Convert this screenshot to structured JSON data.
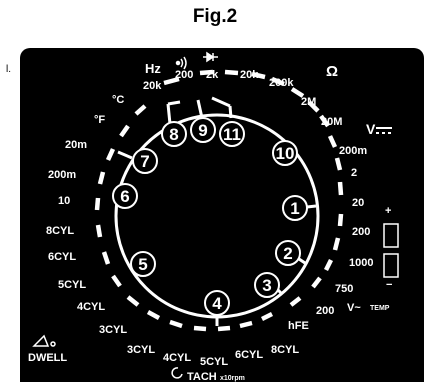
{
  "figure": {
    "title": "Fig.2",
    "stray_mark": "l."
  },
  "dial": {
    "section_labels": {
      "hz": "Hz",
      "ohm": "Ω",
      "dcv_symbol": "V",
      "acv": "V~",
      "temp": "TEMP",
      "celsius": "°C",
      "fahrenheit": "°F",
      "hfe": "hFE",
      "dwell": "DWELL",
      "tach": "TACH",
      "tach_unit": "x10rpm",
      "plus": "+",
      "minus": "−",
      "continuity_icon": "continuity-icon",
      "diode_icon": "diode-icon"
    },
    "range_labels": {
      "hz_20k": "20k",
      "cont_200": "200",
      "diode_2k": "2k",
      "ohm_20k": "20k",
      "ohm_200k": "200k",
      "ohm_2M": "2M",
      "ohm_20M": "20M",
      "dcv_200m": "200m",
      "dcv_2": "2",
      "dcv_20": "20",
      "dcv_200": "200",
      "dcv_1000": "1000",
      "acv_750": "750",
      "acv_200": "200",
      "hfe_8cyl": "8CYL",
      "tach_6cyl": "6CYL",
      "tach_5cyl": "5CYL",
      "tach_4cyl": "4CYL",
      "tach_3cyl": "3CYL",
      "dwell_3cyl": "3CYL",
      "dwell_4cyl": "4CYL",
      "dwell_5cyl": "5CYL",
      "dwell_6cyl": "6CYL",
      "dwell_8cyl": "8CYL",
      "dca_10": "10",
      "dca_200m": "200m",
      "dca_20m": "20m"
    },
    "callouts": [
      "1",
      "2",
      "3",
      "4",
      "5",
      "6",
      "7",
      "8",
      "9",
      "10",
      "11"
    ]
  }
}
